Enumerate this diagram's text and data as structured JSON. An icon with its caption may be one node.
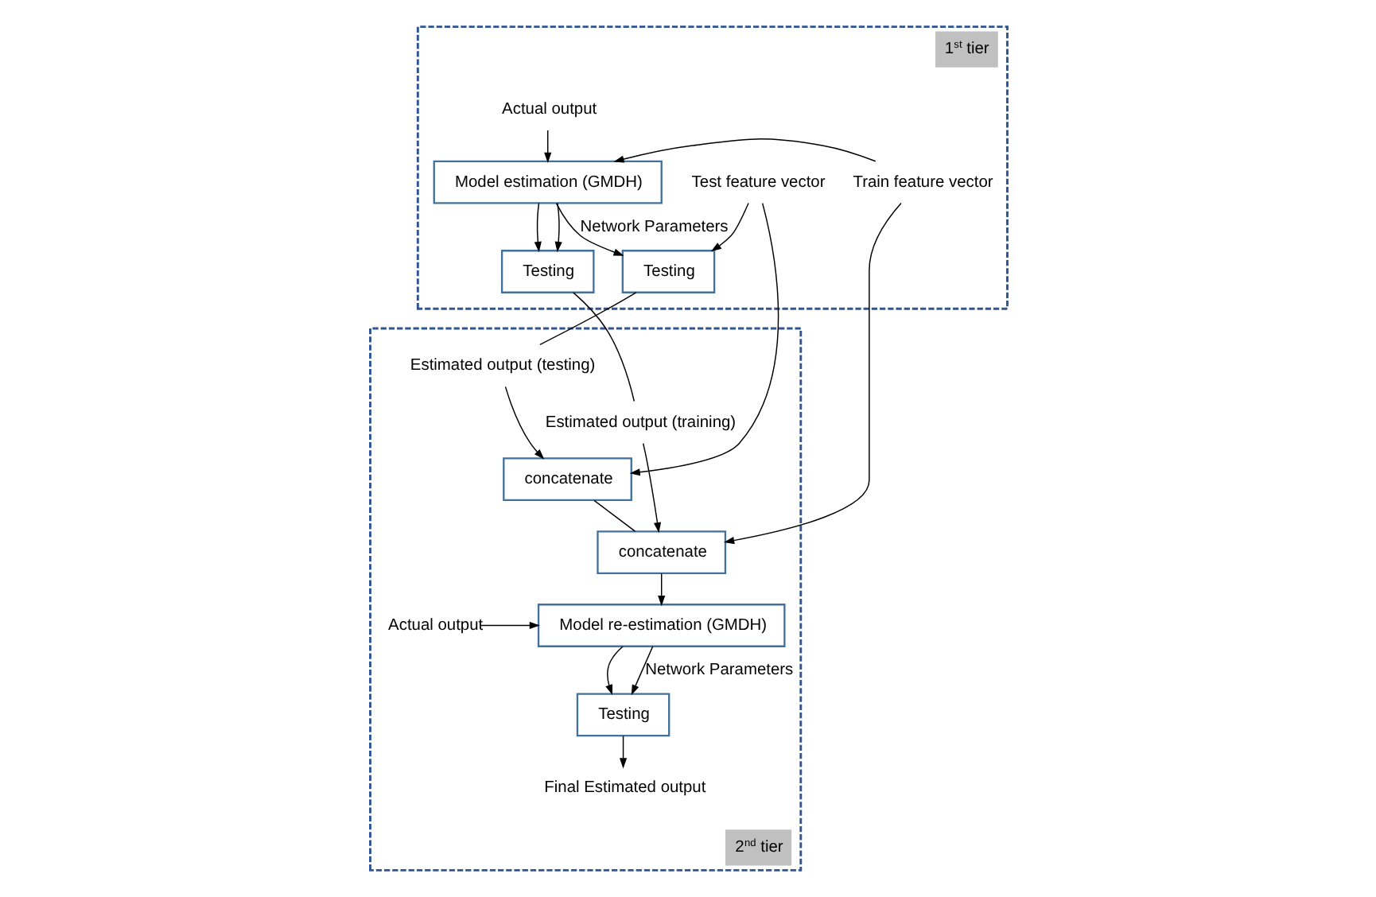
{
  "diagram": {
    "nodes": [
      {
        "text": [
          "1$^{st}$ tier"
        ]
      },
      {
        "text": [
          "Actual output"
        ],
        "in": 0
      },
      {
        "text": [
          "Train feature vector"
        ],
        "in": 0
      },
      {
        "text": [
          "Model estimation (GMDH)"
        ],
        "in": 0
      },
      {
        "text": [
          "Test feature vector"
        ],
        "in": 0
      },
      {
        "text": [
          "Testing"
        ],
        "in": 0
      },
      {
        "text": [
          "Testing"
        ],
        "in": 0
      },
      {
        "text": [
          "2$^{nd}$ tier"
        ]
      },
      {
        "text": [
          "Estimated output (testing)"
        ],
        "in": 7
      },
      {
        "text": [
          "concatenate"
        ],
        "in": 7
      },
      {
        "text": [
          "concatenate"
        ],
        "in": 7
      },
      {
        "text": [
          "Estimated output (training)"
        ],
        "in": 7
      },
      {
        "text": [
          "Actual output"
        ],
        "in": 7
      },
      {
        "text": [
          "Model re-estimation (GMDH)"
        ],
        "in": 7
      },
      {
        "text": [
          "Testing"
        ],
        "in": 7
      },
      {
        "text": [
          "Final Estimated output"
        ],
        "in": 7
      }
    ],
    "edges": [
      {
        "from": 1,
        "to": 3,
        "arrow": "to"
      },
      {
        "from": 2,
        "to": 3,
        "arrow": "to"
      },
      {
        "from": 3,
        "to": 5,
        "arrow": "to",
        "label": "Network Parameters"
      },
      {
        "from": 4,
        "to": 5,
        "arrow": "to"
      },
      {
        "from": 3,
        "to": 6,
        "arrow": "to"
      },
      {
        "from": 3,
        "to": 6,
        "arrow": "to"
      },
      {
        "from": 5,
        "to": 8,
        "arrow": "none"
      },
      {
        "from": 8,
        "to": 9,
        "arrow": "to"
      },
      {
        "from": 6,
        "to": 11,
        "arrow": "none"
      },
      {
        "from": 11,
        "to": 10,
        "arrow": "to"
      },
      {
        "from": 4,
        "to": 9,
        "arrow": "to"
      },
      {
        "from": 2,
        "to": 10,
        "arrow": "to"
      },
      {
        "from": 9,
        "to": 10,
        "arrow": "none"
      },
      {
        "from": 10,
        "to": 13,
        "arrow": "to"
      },
      {
        "from": 12,
        "to": 13,
        "arrow": "to"
      },
      {
        "from": 13,
        "to": 14,
        "arrow": "to"
      },
      {
        "from": 13,
        "to": 14,
        "arrow": "to",
        "label": "Network Parameters"
      },
      {
        "from": 14,
        "to": 15,
        "arrow": "to"
      }
    ]
  }
}
